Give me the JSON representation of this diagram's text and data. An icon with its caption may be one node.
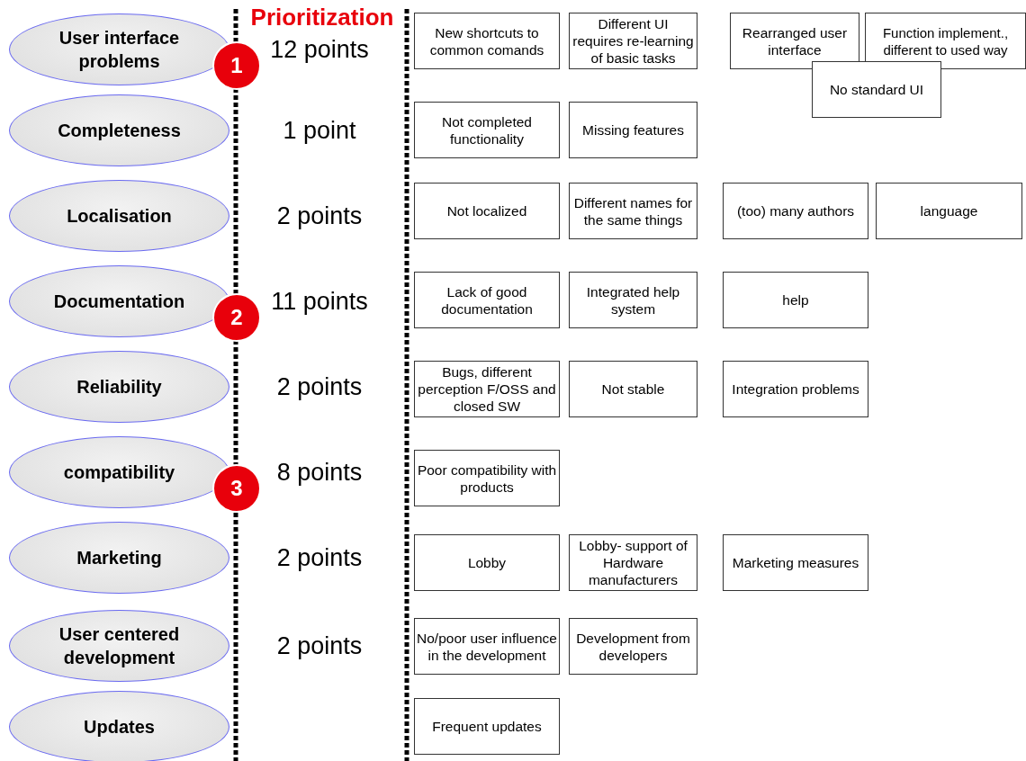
{
  "diagram": {
    "title": "Prioritization",
    "nodes": [
      {
        "text": [
          "User interface problems"
        ]
      },
      {
        "text": [
          "1"
        ]
      },
      {
        "text": [
          "New shortcuts to common comands"
        ]
      },
      {
        "text": [
          "Different UI requires re-learning of basic tasks"
        ]
      },
      {
        "text": [
          "Rearranged user interface"
        ]
      },
      {
        "text": [
          "Function implement., different to used way"
        ]
      },
      {
        "text": [
          "No standard UI"
        ]
      },
      {
        "text": [
          "Completeness"
        ]
      },
      {
        "text": [
          "Not completed functionality"
        ]
      },
      {
        "text": [
          "Missing features"
        ]
      },
      {
        "text": [
          "Localisation"
        ]
      },
      {
        "text": [
          "Not localized"
        ]
      },
      {
        "text": [
          "Different names for the same things"
        ]
      },
      {
        "text": [
          "(too) many authors"
        ]
      },
      {
        "text": [
          "language"
        ]
      },
      {
        "text": [
          "Documentation"
        ]
      },
      {
        "text": [
          "2"
        ]
      },
      {
        "text": [
          "Lack of good documentation"
        ]
      },
      {
        "text": [
          "Integrated help system"
        ]
      },
      {
        "text": [
          "help"
        ]
      },
      {
        "text": [
          "Reliability"
        ]
      },
      {
        "text": [
          "Bugs, different perception F/OSS and closed SW"
        ]
      },
      {
        "text": [
          "Not stable"
        ]
      },
      {
        "text": [
          "Integration problems"
        ]
      },
      {
        "text": [
          "compatibility"
        ]
      },
      {
        "text": [
          "3"
        ]
      },
      {
        "text": [
          "Poor compatibility with products"
        ]
      },
      {
        "text": [
          "Marketing"
        ]
      },
      {
        "text": [
          "Lobby"
        ]
      },
      {
        "text": [
          "Lobby- support of Hardware manufacturers"
        ]
      },
      {
        "text": [
          "Marketing measures"
        ]
      },
      {
        "text": [
          "User centered development"
        ]
      },
      {
        "text": [
          "No/poor user influence in the development"
        ]
      },
      {
        "text": [
          "Development from developers"
        ]
      },
      {
        "text": [
          "Updates"
        ]
      },
      {
        "text": [
          "Frequent updates"
        ]
      }
    ],
    "edges": [],
    "labels": [
      "12 points",
      "1 point",
      "2 points",
      "11 points",
      "2 points",
      "8 points",
      "2 points",
      "2 points"
    ]
  }
}
